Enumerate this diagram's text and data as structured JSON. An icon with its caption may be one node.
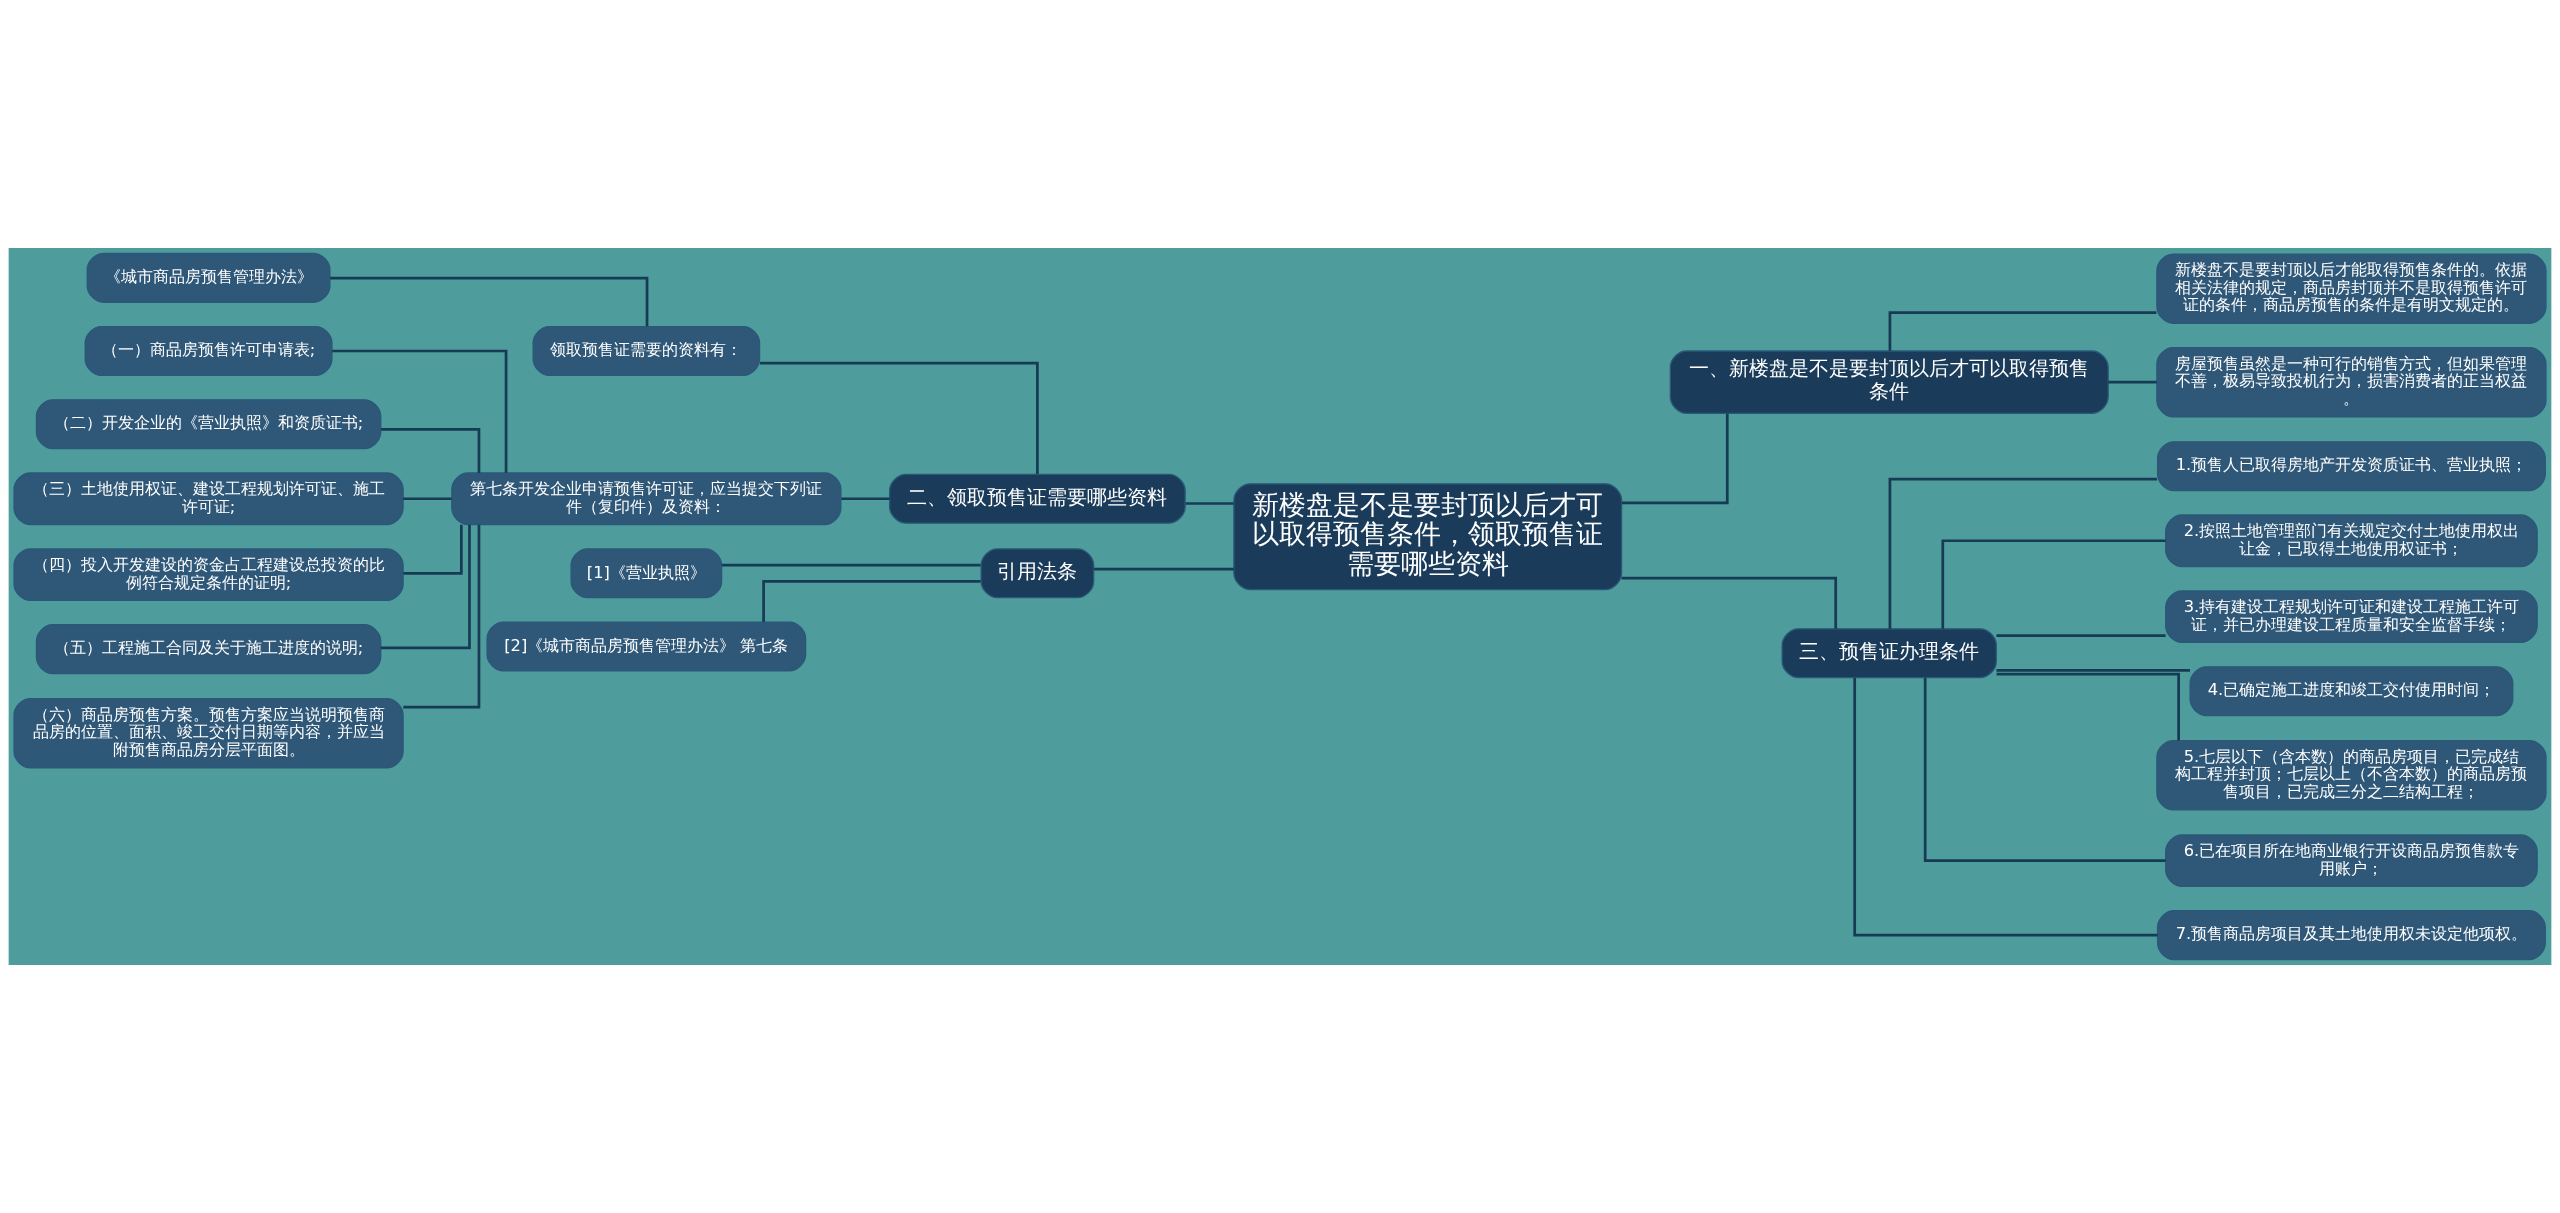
{
  "diagram": {
    "nodes": [
      {
        "text": [
          "新楼盘是不是要封顶以后才可以取得预售条件，领取预售证需要哪些资料"
        ]
      },
      {
        "text": [
          "二、领取预售证需要哪些资料"
        ]
      },
      {
        "text": [
          "领取预售证需要的资料有："
        ]
      },
      {
        "text": [
          "《城市商品房预售管理办法》"
        ]
      },
      {
        "text": [
          "第七条开发企业申请预售许可证，应当提交下列证件（复印件）及资料："
        ]
      },
      {
        "text": [
          "（一）商品房预售许可申请表;"
        ]
      },
      {
        "text": [
          "（二）开发企业的《营业执照》和资质证书;"
        ]
      },
      {
        "text": [
          "（三）土地使用权证、建设工程规划许可证、施工许可证;"
        ]
      },
      {
        "text": [
          "（四）投入开发建设的资金占工程建设总投资的比例符合规定条件的证明;"
        ]
      },
      {
        "text": [
          "（五）工程施工合同及关于施工进度的说明;"
        ]
      },
      {
        "text": [
          "（六）商品房预售方案。预售方案应当说明预售商品房的位置、面积、竣工交付日期等内容，并应当附预售商品房分层平面图。"
        ]
      },
      {
        "text": [
          "引用法条"
        ]
      },
      {
        "text": [
          "[1]《营业执照》"
        ]
      },
      {
        "text": [
          "[2]《城市商品房预售管理办法》 第七条"
        ]
      },
      {
        "text": [
          "一、新楼盘是不是要封顶以后才可以取得预售条件"
        ]
      },
      {
        "text": [
          "新楼盘不是要封顶以后才能取得预售条件的。依据相关法律的规定，商品房封顶并不是取得预售许可证的条件，商品房预售的条件是有明文规定的。"
        ]
      },
      {
        "text": [
          "房屋预售虽然是一种可行的销售方式，但如果管理不善，极易导致投机行为，损害消费者的正当权益。"
        ]
      },
      {
        "text": [
          "三、预售证办理条件"
        ]
      },
      {
        "text": [
          "1.预售人已取得房地产开发资质证书、营业执照；"
        ]
      },
      {
        "text": [
          "2.按照土地管理部门有关规定交付土地使用权出让金，已取得土地使用权证书；"
        ]
      },
      {
        "text": [
          "3.持有建设工程规划许可证和建设工程施工许可证，并已办理建设工程质量和安全监督手续；"
        ]
      },
      {
        "text": [
          "4.已确定施工进度和竣工交付使用时间；"
        ]
      },
      {
        "text": [
          "5.七层以下（含本数）的商品房项目，已完成结构工程并封顶；七层以上（不含本数）的商品房预售项目，已完成三分之二结构工程；"
        ]
      },
      {
        "text": [
          "6.已在项目所在地商业银行开设商品房预售款专用账户；"
        ]
      },
      {
        "text": [
          "7.预售商品房项目及其土地使用权未设定他项权。"
        ]
      }
    ],
    "edges": [
      {
        "from": 0,
        "to": 1,
        "arrow": "none"
      },
      {
        "from": 1,
        "to": 2,
        "arrow": "none"
      },
      {
        "from": 2,
        "to": 3,
        "arrow": "none"
      },
      {
        "from": 1,
        "to": 4,
        "arrow": "none"
      },
      {
        "from": 4,
        "to": 5,
        "arrow": "none"
      },
      {
        "from": 4,
        "to": 6,
        "arrow": "none"
      },
      {
        "from": 4,
        "to": 7,
        "arrow": "none"
      },
      {
        "from": 4,
        "to": 8,
        "arrow": "none"
      },
      {
        "from": 4,
        "to": 9,
        "arrow": "none"
      },
      {
        "from": 4,
        "to": 10,
        "arrow": "none"
      },
      {
        "from": 0,
        "to": 11,
        "arrow": "none"
      },
      {
        "from": 11,
        "to": 12,
        "arrow": "none"
      },
      {
        "from": 11,
        "to": 13,
        "arrow": "none"
      },
      {
        "from": 0,
        "to": 14,
        "arrow": "none"
      },
      {
        "from": 14,
        "to": 15,
        "arrow": "none"
      },
      {
        "from": 14,
        "to": 16,
        "arrow": "none"
      },
      {
        "from": 0,
        "to": 17,
        "arrow": "none"
      },
      {
        "from": 17,
        "to": 18,
        "arrow": "none"
      },
      {
        "from": 17,
        "to": 19,
        "arrow": "none"
      },
      {
        "from": 17,
        "to": 20,
        "arrow": "none"
      },
      {
        "from": 17,
        "to": 21,
        "arrow": "none"
      },
      {
        "from": 17,
        "to": 22,
        "arrow": "none"
      },
      {
        "from": 17,
        "to": 23,
        "arrow": "none"
      },
      {
        "from": 17,
        "to": 24,
        "arrow": "none"
      }
    ]
  }
}
